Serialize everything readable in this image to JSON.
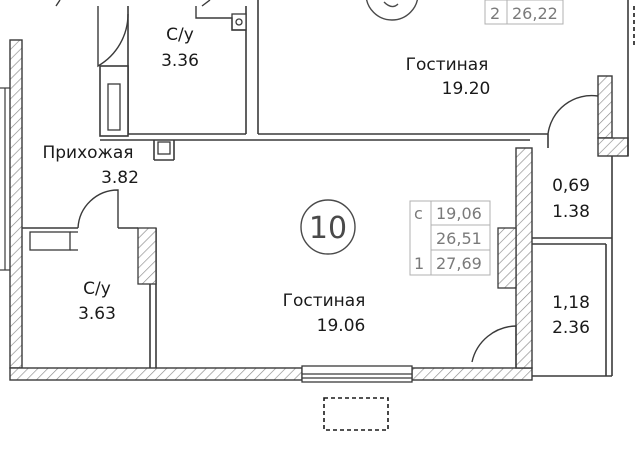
{
  "plan": {
    "rooms": [
      {
        "name": "Гостиная",
        "area": "19.20"
      },
      {
        "name": "С/у",
        "area": "3.36"
      },
      {
        "name": "Прихожая",
        "area": "3.82"
      },
      {
        "name": "С/у",
        "area": "3.63"
      },
      {
        "name": "Гостиная",
        "area": "19.06"
      },
      {
        "name": "0,69",
        "area": "1.38"
      },
      {
        "name": "1,18",
        "area": "2.36"
      }
    ],
    "apartment": {
      "number": "10",
      "area_table": [
        {
          "label": "с",
          "value": "19,06"
        },
        {
          "label": "",
          "value": "26,51"
        },
        {
          "label": "1",
          "value": "27,69"
        }
      ]
    },
    "top_apartment": {
      "area_row": {
        "label": "2",
        "value": "26,22"
      }
    },
    "colors": {
      "wall": "#3a3a3a",
      "hatch": "#8a8a8a",
      "text": "#1a1a1a",
      "table_text": "#7a7a7a"
    }
  }
}
